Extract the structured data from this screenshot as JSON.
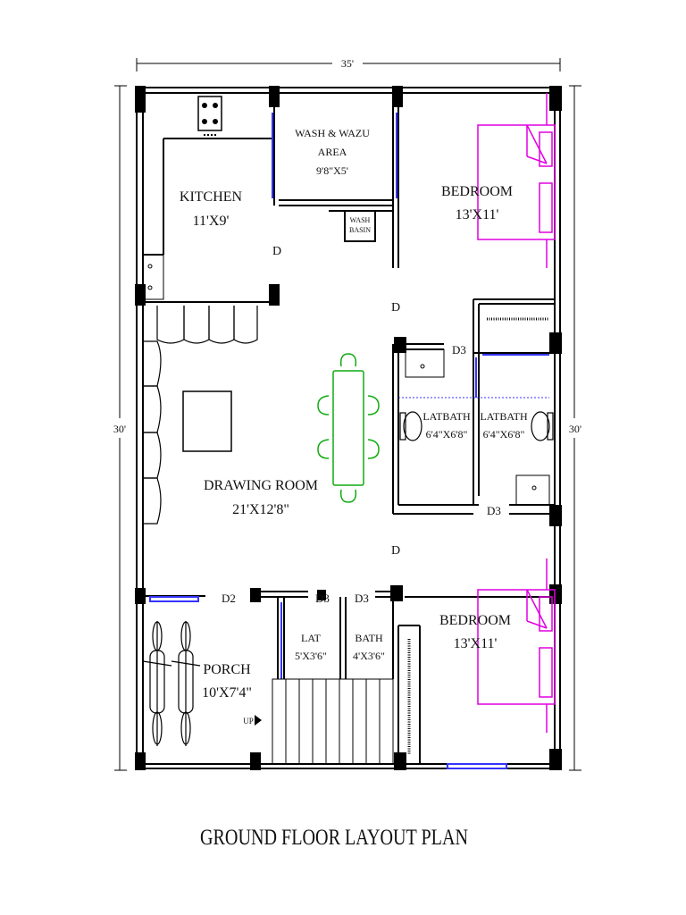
{
  "title": "GROUND FLOOR LAYOUT PLAN",
  "dimensions": {
    "width": "35'",
    "height_left": "30'",
    "height_right": "30'"
  },
  "rooms": {
    "kitchen": {
      "name": "KITCHEN",
      "size": "11'X9'"
    },
    "wash": {
      "name_line1": "WASH & WAZU",
      "name_line2": "AREA",
      "size": "9'8\"X5'"
    },
    "wash_basin": {
      "line1": "WASH",
      "line2": "BASIN"
    },
    "bedroom_top": {
      "name": "BEDROOM",
      "size": "13'X11'"
    },
    "latbath_left": {
      "name": "LATBATH",
      "size": "6'4\"X6'8\""
    },
    "latbath_right": {
      "name": "LATBATH",
      "size": "6'4\"X6'8\""
    },
    "drawing": {
      "name": "DRAWING ROOM",
      "size": "21'X12'8\""
    },
    "porch": {
      "name": "PORCH",
      "size": "10'X7'4\""
    },
    "lat": {
      "name": "LAT",
      "size": "5'X3'6\""
    },
    "bath": {
      "name": "BATH",
      "size": "4'X3'6\""
    },
    "bedroom_bottom": {
      "name": "BEDROOM",
      "size": "13'X11'"
    }
  },
  "doors": {
    "d_kitchen": "D",
    "d_hall": "D",
    "d_lower": "D",
    "d3_latbath_left": "D3",
    "d3_latbath_right": "D3",
    "d2_porch": "D2",
    "d3_lat": "D3",
    "d3_bath": "D3"
  },
  "stair_label": "UP",
  "colors": {
    "wall": "#000000",
    "window": "#3333ff",
    "bed": "#e000e0",
    "table": "#11aa11"
  }
}
